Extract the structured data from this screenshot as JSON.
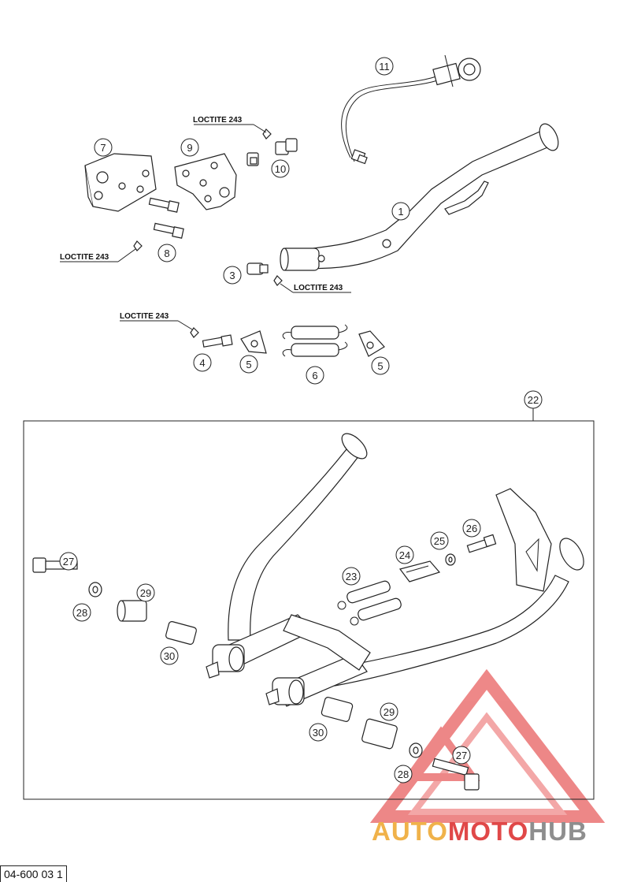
{
  "diagram": {
    "callouts": {
      "c1": "1",
      "c3": "3",
      "c4": "4",
      "c5a": "5",
      "c5b": "5",
      "c6": "6",
      "c7": "7",
      "c8": "8",
      "c9": "9",
      "c10": "10",
      "c11": "11",
      "c22": "22",
      "c23": "23",
      "c24": "24",
      "c25": "25",
      "c26": "26",
      "c27a": "27",
      "c27b": "27",
      "c28a": "28",
      "c28b": "28",
      "c29a": "29",
      "c29b": "29",
      "c30a": "30",
      "c30b": "30"
    },
    "loctite_label": "LOCTITE 243",
    "document_number": "04-600 03 1"
  },
  "watermark": {
    "part1": "AUTO",
    "part2": "MOTO",
    "part3": "HUB",
    "colors": {
      "orange": "#f0b24a",
      "red": "#e04848",
      "gray": "#8e8e8e"
    }
  }
}
